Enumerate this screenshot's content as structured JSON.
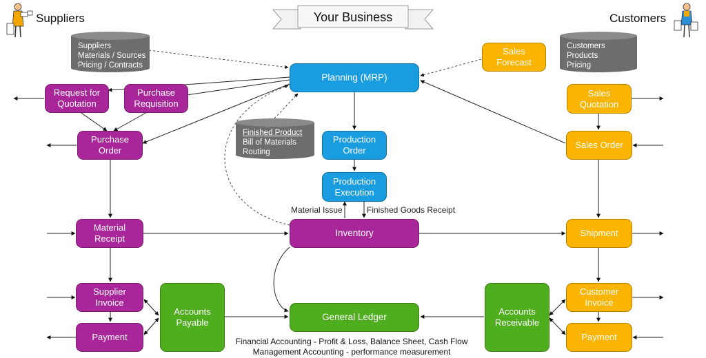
{
  "header": {
    "title": "Your Business",
    "left_label": "Suppliers",
    "right_label": "Customers"
  },
  "databases": {
    "suppliers": [
      "Suppliers",
      "Materials / Sources",
      "Pricing / Contracts"
    ],
    "customers": [
      "Customers",
      "Products",
      "Pricing"
    ],
    "product": [
      "Finished Product",
      "Bill of Materials",
      "Routing"
    ]
  },
  "boxes": {
    "request_for_quotation": [
      "Request for",
      "Quotation"
    ],
    "purchase_requisition": [
      "Purchase",
      "Requisition"
    ],
    "purchase_order": [
      "Purchase",
      "Order"
    ],
    "material_receipt": [
      "Material",
      "Receipt"
    ],
    "supplier_invoice": [
      "Supplier",
      "Invoice"
    ],
    "payment_left": [
      "Payment"
    ],
    "accounts_payable": [
      "Accounts",
      "Payable"
    ],
    "planning": [
      "Planning (MRP)"
    ],
    "production_order": [
      "Production",
      "Order"
    ],
    "production_execution": [
      "Production",
      "Execution"
    ],
    "inventory": [
      "Inventory"
    ],
    "general_ledger": [
      "General Ledger"
    ],
    "sales_forecast": [
      "Sales",
      "Forecast"
    ],
    "sales_quotation": [
      "Sales",
      "Quotation"
    ],
    "sales_order": [
      "Sales Order"
    ],
    "shipment": [
      "Shipment"
    ],
    "customer_invoice": [
      "Customer",
      "Invoice"
    ],
    "payment_right": [
      "Payment"
    ],
    "accounts_receivable": [
      "Accounts",
      "Receivable"
    ]
  },
  "labels": {
    "material_issue": "Material Issue",
    "finished_goods_receipt": "Finished Goods Receipt"
  },
  "footer": {
    "line1": "Financial Accounting - Profit & Loss, Balance Sheet, Cash Flow",
    "line2": "Management Accounting - performance measurement"
  },
  "colors": {
    "purchasing": "#a8269a",
    "production": "#1a9de0",
    "sales": "#fbb400",
    "finance": "#4fae1e",
    "database": "#6d6d6d"
  },
  "icons": {
    "supplier": "person-with-boxes-icon",
    "customer": "person-with-shopping-bags-icon"
  }
}
